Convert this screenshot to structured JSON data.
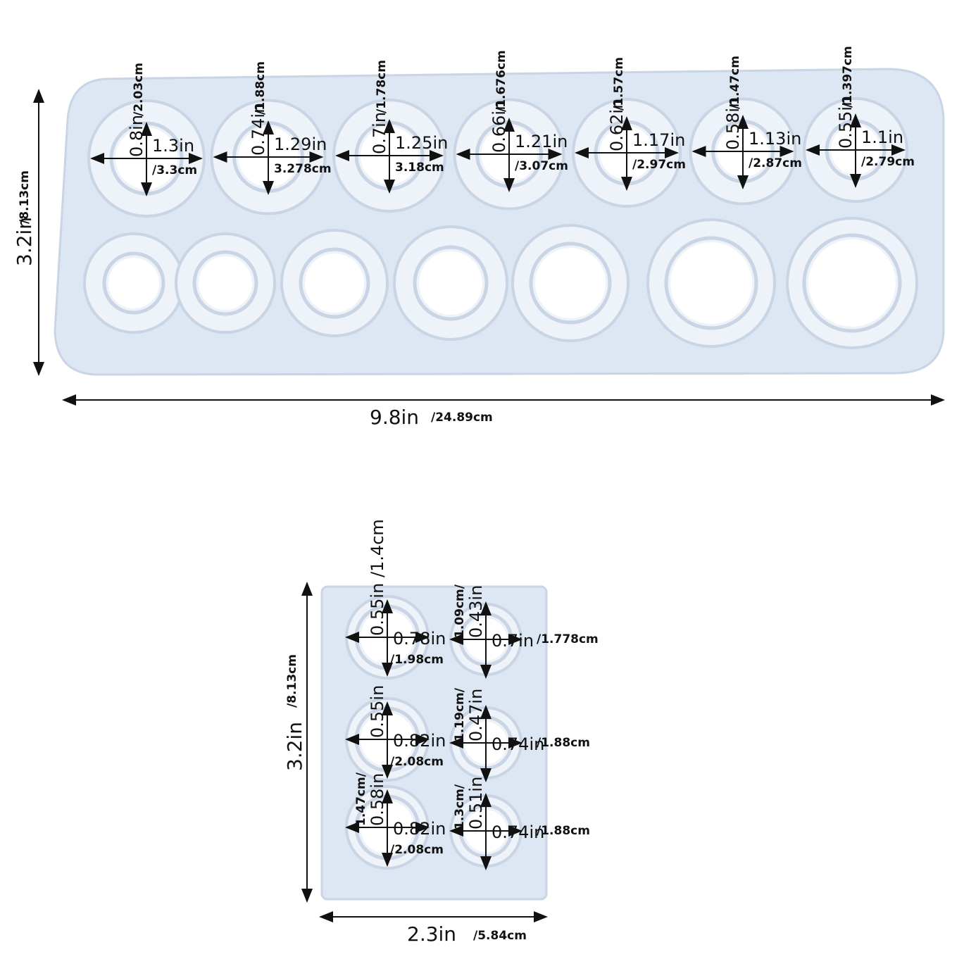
{
  "large_mold": {
    "height_in": "3.2in",
    "height_cm": "/8.13cm",
    "width_in": "9.8in",
    "width_cm": "/24.89cm",
    "cavities": [
      {
        "depth_in": "0.8in",
        "depth_cm": "/2.03cm",
        "dia_in": "1.3in",
        "dia_cm": "/3.3cm"
      },
      {
        "depth_in": "0.74in",
        "depth_cm": "/1.88cm",
        "dia_in": "1.29in",
        "dia_cm": "3.278cm"
      },
      {
        "depth_in": "0.7in",
        "depth_cm": "/1.78cm",
        "dia_in": "1.25in",
        "dia_cm": "3.18cm"
      },
      {
        "depth_in": "0.66in",
        "depth_cm": "/1.676cm",
        "dia_in": "1.21in",
        "dia_cm": "/3.07cm"
      },
      {
        "depth_in": "0.62in",
        "depth_cm": "/1.57cm",
        "dia_in": "1.17in",
        "dia_cm": "/2.97cm"
      },
      {
        "depth_in": "0.58in",
        "depth_cm": "/1.47cm",
        "dia_in": "1.13in",
        "dia_cm": "/2.87cm"
      },
      {
        "depth_in": "0.55in",
        "depth_cm": "/1.397cm",
        "dia_in": "1.1in",
        "dia_cm": "/2.79cm"
      }
    ]
  },
  "small_mold": {
    "height_in": "3.2in",
    "height_cm": "/8.13cm",
    "width_in": "2.3in",
    "width_cm": "/5.84cm",
    "cavities": [
      {
        "depth": "0.55in /1.4cm",
        "depth2": "",
        "dia_in": "0.78in",
        "dia_cm": "/1.98cm"
      },
      {
        "depth": "0.43in",
        "depth2": "1.09cm/",
        "dia_in": "0.7in",
        "dia_cm": "/1.778cm"
      },
      {
        "depth": "0.55in",
        "depth2": "",
        "dia_in": "0.82in",
        "dia_cm": "/2.08cm"
      },
      {
        "depth": "0.47in",
        "depth2": "1.19cm/",
        "dia_in": "0.74in",
        "dia_cm": "/1.88cm"
      },
      {
        "depth": "0.58in",
        "depth2": "1.47cm/",
        "dia_in": "0.82in",
        "dia_cm": "/2.08cm"
      },
      {
        "depth": "0.51in",
        "depth2": "1.3cm/",
        "dia_in": "0.74in",
        "dia_cm": "/1.88cm"
      }
    ]
  },
  "colors": {
    "mold": "#dde6f3",
    "ring": "#eef3fa",
    "hole": "#ffffff",
    "edge": "#c9d4e4"
  }
}
